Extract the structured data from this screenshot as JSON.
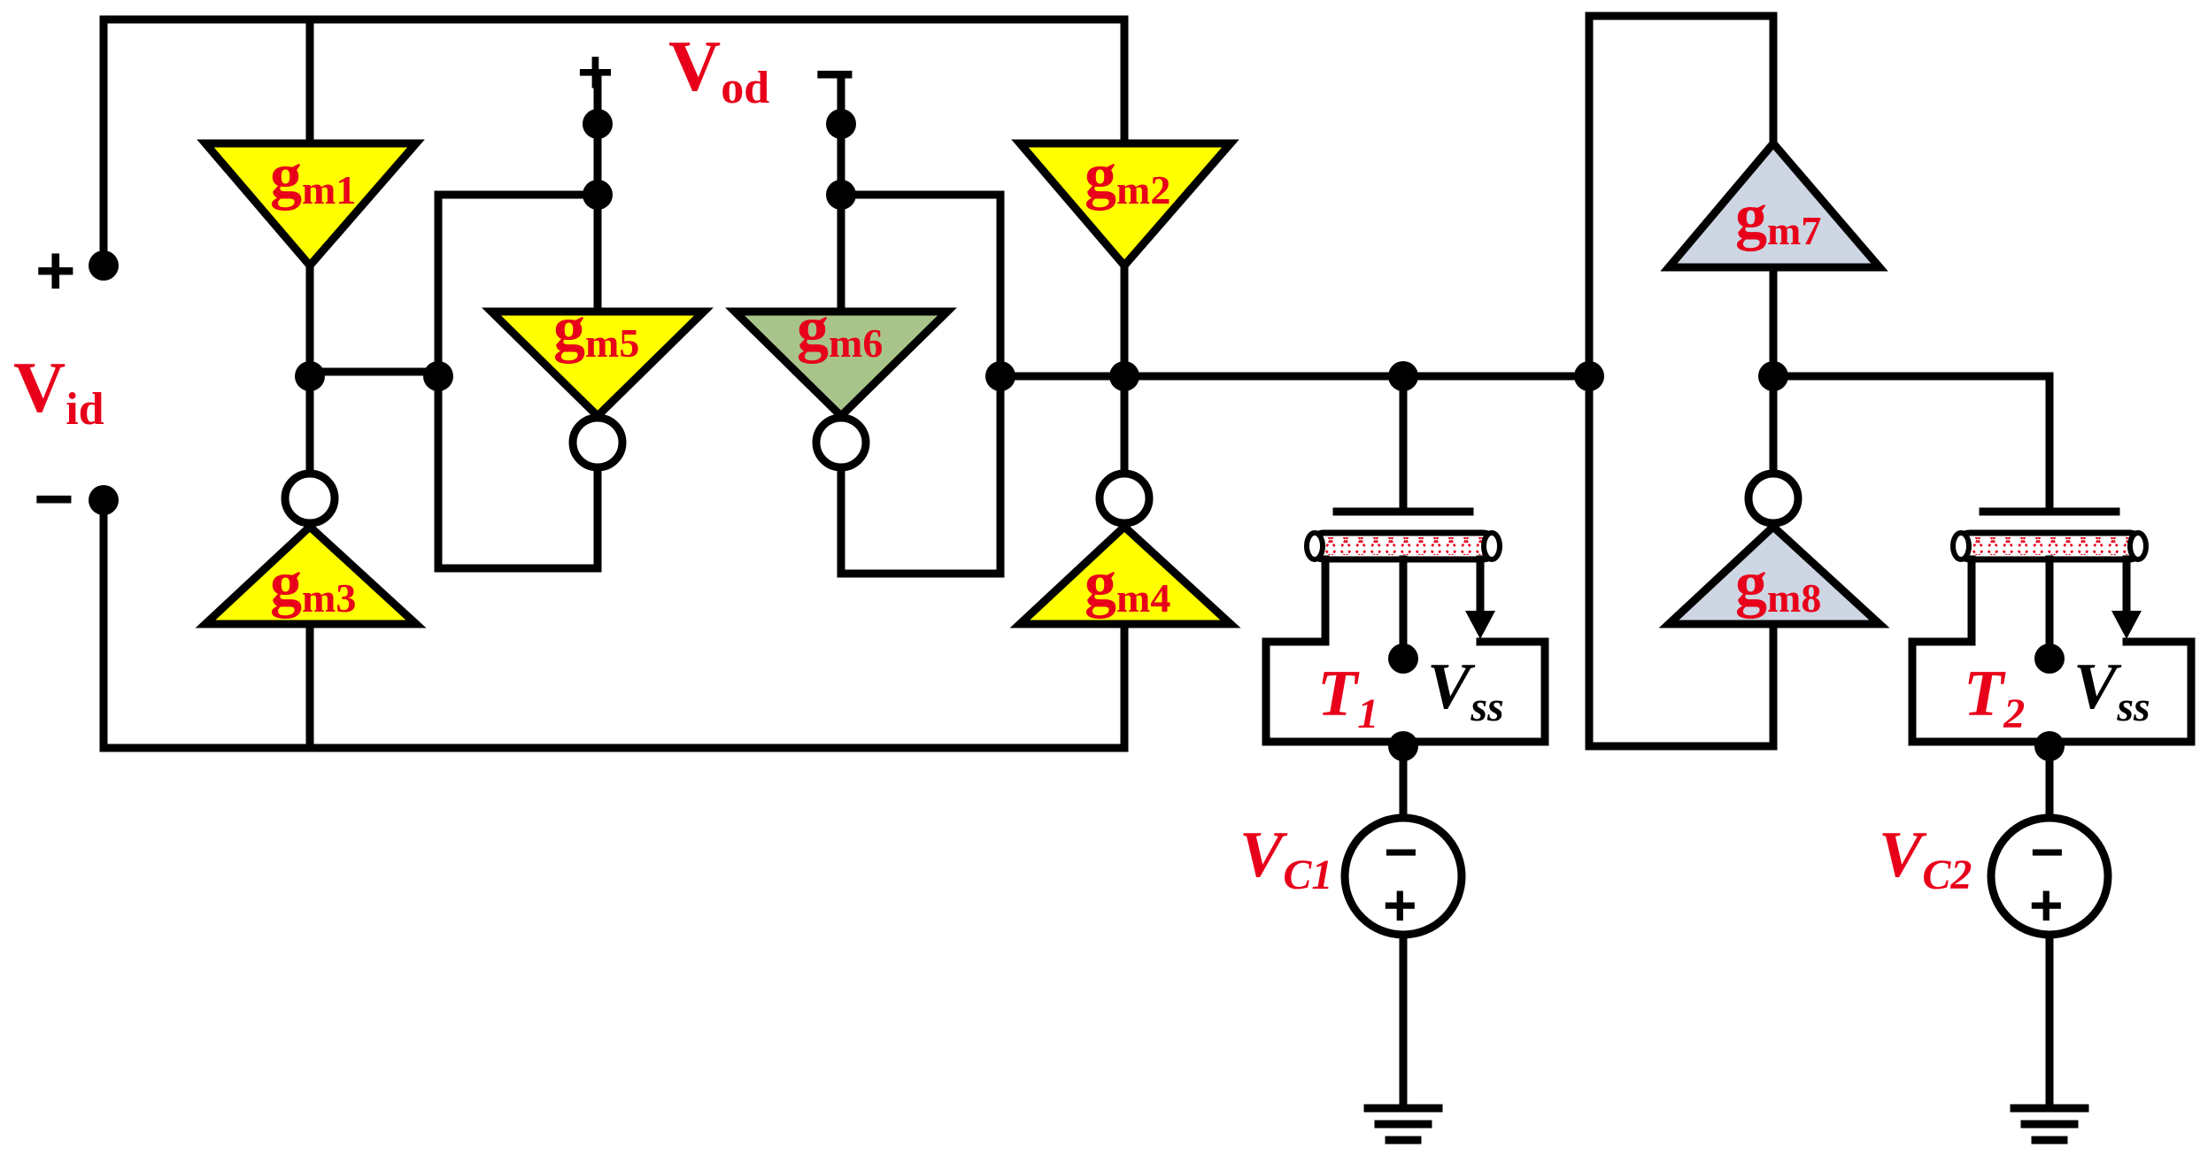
{
  "diagram": {
    "input_port": {
      "plus": "+",
      "minus": "−",
      "label_main": "V",
      "label_sub": "id"
    },
    "output_port": {
      "plus": "+",
      "minus": "−",
      "label_main": "V",
      "label_sub": "od"
    },
    "ota_blocks": [
      {
        "id": "gm1",
        "main": "g",
        "sub": "m1",
        "color": "#ffff00"
      },
      {
        "id": "gm2",
        "main": "g",
        "sub": "m2",
        "color": "#ffff00"
      },
      {
        "id": "gm3",
        "main": "g",
        "sub": "m3",
        "color": "#ffff00"
      },
      {
        "id": "gm4",
        "main": "g",
        "sub": "m4",
        "color": "#ffff00"
      },
      {
        "id": "gm5",
        "main": "g",
        "sub": "m5",
        "color": "#ffff00"
      },
      {
        "id": "gm6",
        "main": "g",
        "sub": "m6",
        "color": "#a9c48a"
      },
      {
        "id": "gm7",
        "main": "g",
        "sub": "m7",
        "color": "#cdd6e2"
      },
      {
        "id": "gm8",
        "main": "g",
        "sub": "m8",
        "color": "#cdd6e2"
      }
    ],
    "transistors": [
      {
        "id": "T1",
        "name_main": "T",
        "name_sub": "1",
        "vss_main": "V",
        "vss_sub": "ss"
      },
      {
        "id": "T2",
        "name_main": "T",
        "name_sub": "2",
        "vss_main": "V",
        "vss_sub": "ss"
      }
    ],
    "sources": [
      {
        "id": "VC1",
        "main": "V",
        "sub": "C1",
        "minus": "−",
        "plus": "+"
      },
      {
        "id": "VC2",
        "main": "V",
        "sub": "C2",
        "minus": "−",
        "plus": "+"
      }
    ],
    "colors": {
      "text_red": "#e8001a",
      "wire": "#000000",
      "channel_hatch": "#e8001a"
    }
  }
}
